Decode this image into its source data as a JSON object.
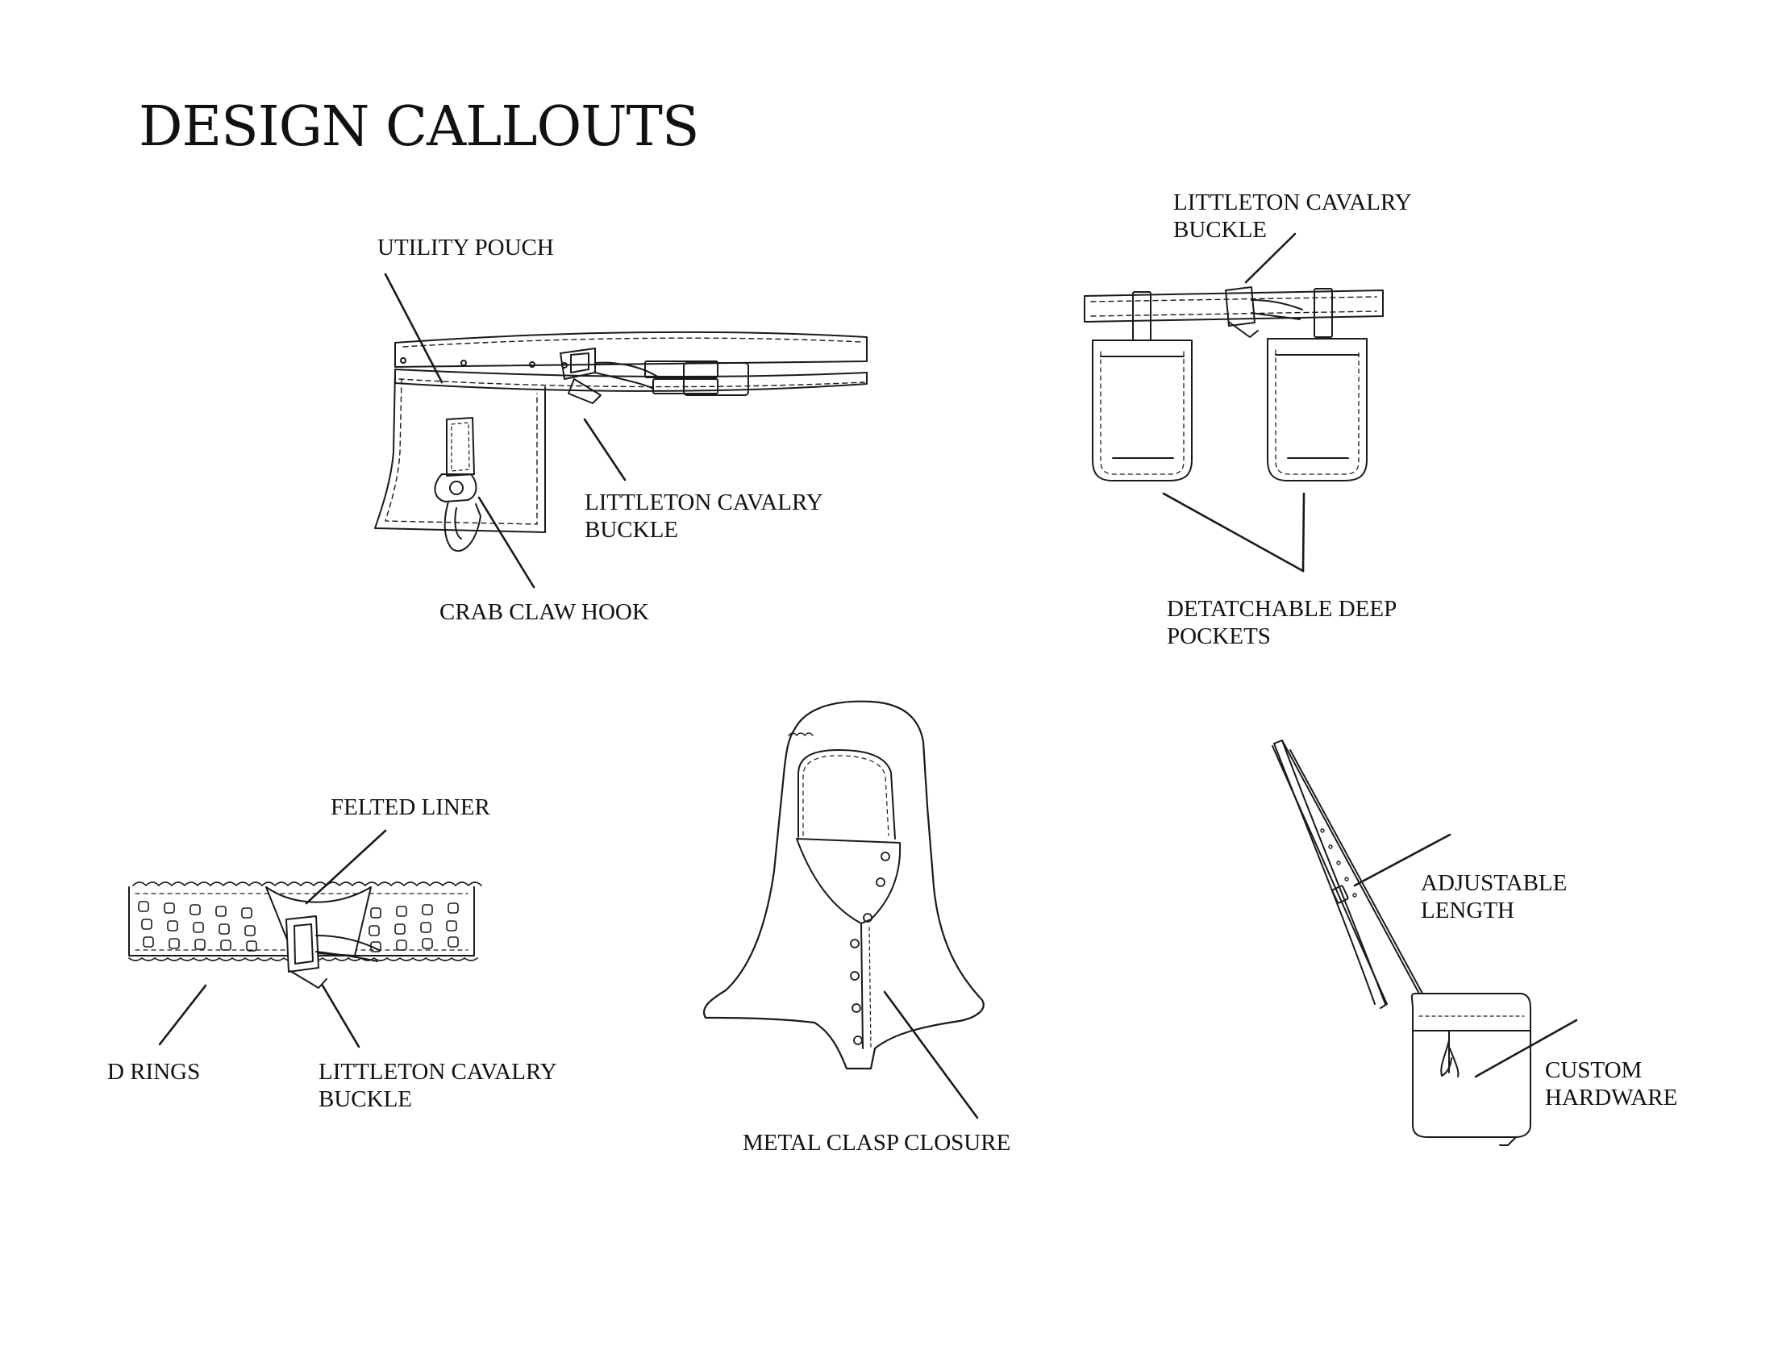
{
  "title": "DESIGN CALLOUTS",
  "callouts": {
    "utility_pouch": "UTILITY POUCH",
    "belt1_buckle": [
      "LITTLETON CAVALRY",
      "BUCKLE"
    ],
    "crab_claw_hook": "CRAB CLAW HOOK",
    "belt2_buckle": [
      "LITTLETON CAVALRY",
      "BUCKLE"
    ],
    "deep_pockets": [
      "DETATCHABLE DEEP",
      "POCKETS"
    ],
    "felted_liner": "FELTED LINER",
    "d_rings": "D RINGS",
    "belt3_buckle": [
      "LITTLETON CAVALRY",
      "BUCKLE"
    ],
    "metal_clasp": "METAL CLASP CLOSURE",
    "adjustable_length": [
      "ADJUSTABLE",
      "LENGTH"
    ],
    "custom_hardware": [
      "CUSTOM",
      "HARDWARE"
    ]
  }
}
